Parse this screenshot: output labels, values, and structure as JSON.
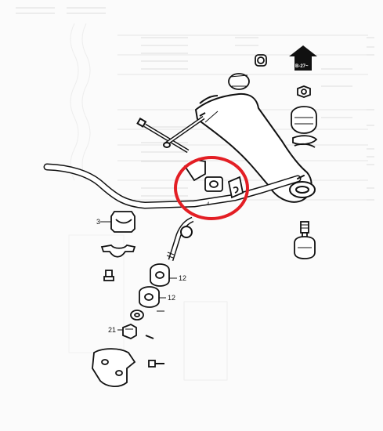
{
  "diagram": {
    "callouts": [
      {
        "id": "part-3",
        "label": "3"
      },
      {
        "id": "part-4",
        "label": "4"
      },
      {
        "id": "part-12a",
        "label": "12"
      },
      {
        "id": "part-12b",
        "label": "12"
      },
      {
        "id": "part-21",
        "label": "21"
      }
    ],
    "reference_arrow": {
      "label": "B-27~"
    },
    "highlight": {
      "color": "#e31e24"
    }
  }
}
